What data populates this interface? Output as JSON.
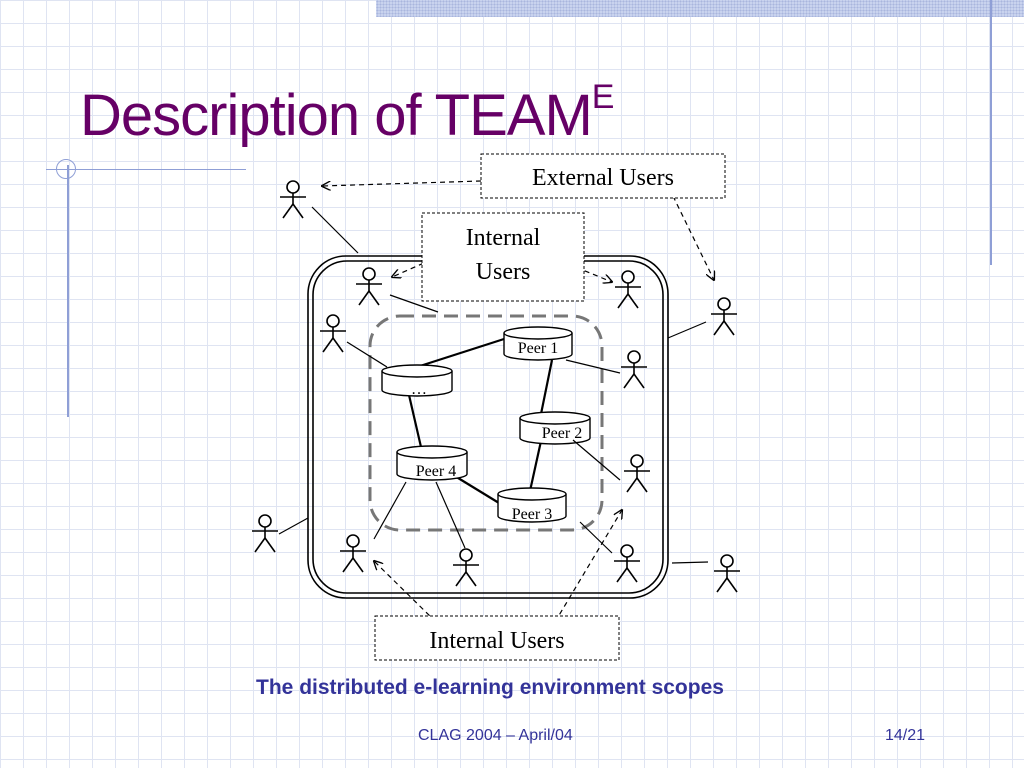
{
  "slide": {
    "title": "Description of TEAM",
    "title_superscript": "E",
    "caption": "The distributed e-learning environment scopes",
    "footer_center": "CLAG 2004 – April/04",
    "page": "14/21"
  },
  "diagram": {
    "labels": {
      "external_users": "External Users",
      "internal_users_top_line1": "Internal",
      "internal_users_top_line2": "Users",
      "internal_users_bottom": "Internal Users"
    },
    "peers": [
      "Peer 1",
      "Peer 2",
      "Peer 3",
      "Peer 4",
      "…"
    ]
  },
  "colors": {
    "title": "#660066",
    "caption": "#333399",
    "accent_lines": "#8f9fd6",
    "grid": "#dfe4f2"
  }
}
